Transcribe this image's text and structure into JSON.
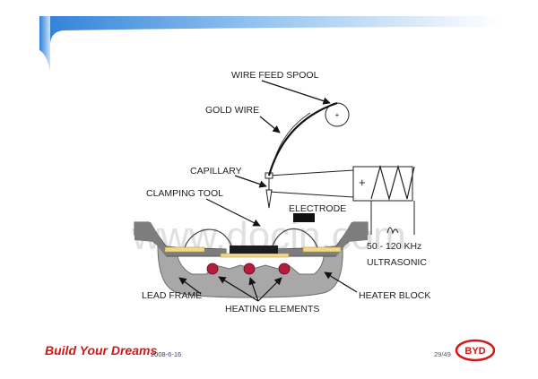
{
  "labels": {
    "wire_feed_spool": "WIRE FEED SPOOL",
    "gold_wire": "GOLD WIRE",
    "capillary": "CAPILLARY",
    "clamping_tool": "CLAMPING TOOL",
    "electrode": "ELECTRODE",
    "frequency": "50 - 120 KHz",
    "ultrasonic": "ULTRASONIC",
    "lead_frame": "LEAD FRAME",
    "heater_block": "HEATER BLOCK",
    "heating_elements": "HEATING ELEMENTS",
    "plus_sign": "+"
  },
  "watermark": "www.docin.com",
  "footer": {
    "slogan": "Build Your Dreams",
    "date": "2008-6-16",
    "page": "29/49",
    "logo_text": "BYD"
  },
  "colors": {
    "header_band": "#3d8fe0",
    "slogan_red": "#d21818",
    "logo_red": "#d21818",
    "clamp_grey": "#7d7d7d",
    "heater_grey": "#a8a8a8",
    "lead_frame": "#f0d890",
    "heating_element": "#b81c3c",
    "electrode": "#111111"
  },
  "icons": {
    "logo": "byd-logo-icon"
  }
}
